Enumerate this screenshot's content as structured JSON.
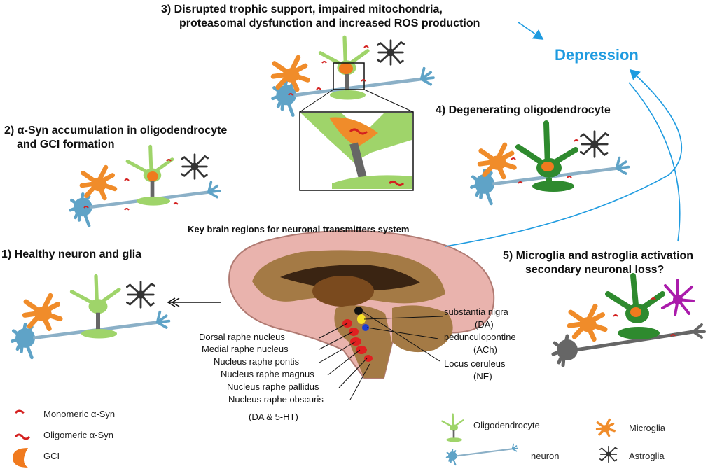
{
  "stages": {
    "s1": "1) Healthy neuron and glia",
    "s2_line1": "2) α-Syn accumulation in oligodendrocyte",
    "s2_line2": "and GCI formation",
    "s3_line1": "3) Disrupted trophic support, impaired mitochondria,",
    "s3_line2": "proteasomal dysfunction and increased ROS production",
    "s4": "4) Degenerating oligodendrocyte",
    "s5_line1": "5) Microglia and astroglia activation",
    "s5_line2": "secondary neuronal loss?"
  },
  "outcome": "Depression",
  "brain": {
    "title": "Key brain regions for neuronal transmitters system",
    "left_regions": [
      "Dorsal raphe nucleus",
      "Medial raphe nucleus",
      "Nucleus raphe pontis",
      "Nucleus raphe magnus",
      "Nucleus raphe pallidus",
      "Nucleus raphe obscuris"
    ],
    "left_transmitters": "(DA & 5-HT)",
    "right_regions": [
      {
        "name": "substantia nigra",
        "transmitter": "(DA)"
      },
      {
        "name": "pedunculopontine",
        "transmitter": "(ACh)"
      },
      {
        "name": "Locus ceruleus",
        "transmitter": "(NE)"
      }
    ]
  },
  "legend": {
    "left": [
      "Monomeric α-Syn",
      "Oligomeric α-Syn",
      "GCI"
    ],
    "right": [
      "Oligodendrocyte",
      "neuron",
      "Microglia",
      "Astroglia"
    ]
  },
  "colors": {
    "accent": "#1e9be0",
    "neuron": "#5fa3c7",
    "oligodendrocyte": "#9fd46a",
    "oligo_dark": "#2e8a2e",
    "microglia": "#f08c2a",
    "astroglia": "#333333",
    "gci": "#f07a1e",
    "syn": "#d4201f",
    "brain": "#e9b3ad",
    "brain_inner": "#a47a45"
  }
}
